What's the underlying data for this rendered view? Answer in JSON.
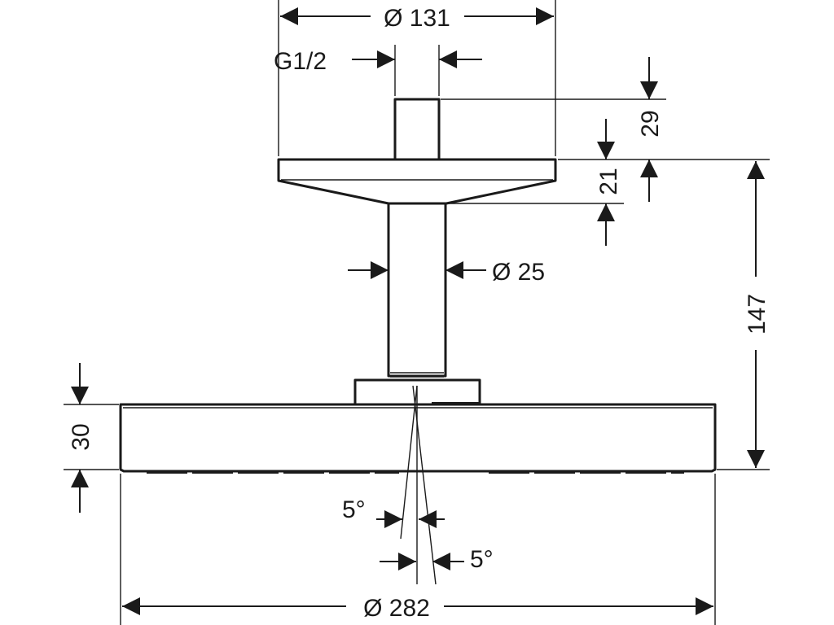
{
  "dimensions": {
    "top_diameter": "Ø 131",
    "thread": "G1/2",
    "inlet_height": "29",
    "flange_height": "21",
    "arm_diameter": "Ø 25",
    "total_height": "147",
    "head_height": "30",
    "tilt_left": "5°",
    "tilt_right": "5°",
    "head_diameter": "Ø 282"
  }
}
